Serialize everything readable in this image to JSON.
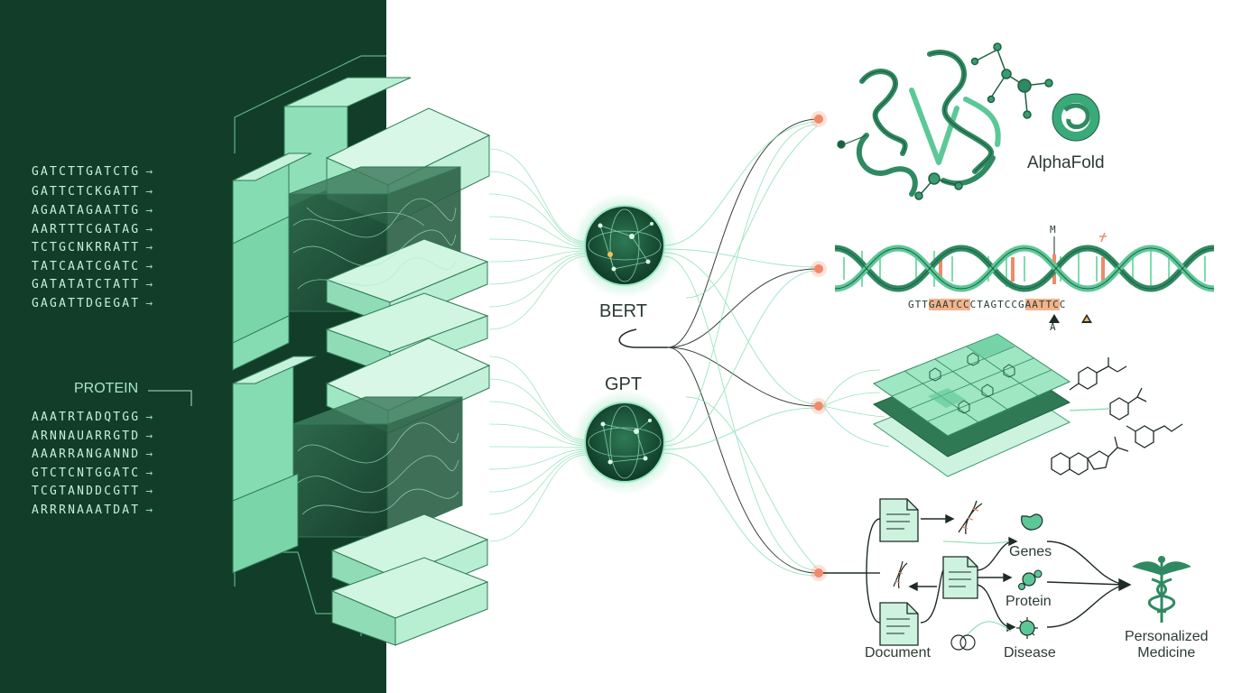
{
  "input_panel": {
    "sequences_top": [
      "GATCTTGATCTG",
      "GATTCTCKGATT",
      "AGAATAGAATTG",
      "AARTTTCGATAG",
      "TCTGCNKRRATT",
      "TATCAATCGATC",
      "GATATATCTATT",
      "GAGATTDGEGAT"
    ],
    "protein_label": "PROTEIN",
    "sequences_bottom": [
      "AAATRTADQTGG",
      "ARNNAUARRGTD",
      "AAARRANGANND",
      "GTCTCNTGGATC",
      "TCGTANDDCGTT",
      "ARRRNAAATDAT"
    ],
    "arrow_glyph": "→"
  },
  "models": [
    {
      "id": "bert",
      "label": "BERT"
    },
    {
      "id": "gpt",
      "label": "GPT"
    }
  ],
  "applications": {
    "protein_structure": {
      "label": "AlphaFold"
    },
    "genome": {
      "sequence_parts": [
        "GTT",
        "GAATCC",
        "CTAGTCCG",
        "AATTC",
        "C"
      ],
      "highlight_flags": [
        false,
        true,
        false,
        true,
        false
      ],
      "marker_m": "M",
      "marker_a": "A"
    },
    "clinical": {
      "document_label": "Document",
      "genes_label": "Genes",
      "protein_label": "Protein",
      "disease_label": "Disease",
      "outcome_label_line1": "Personalized",
      "outcome_label_line2": "Medicine"
    }
  },
  "colors": {
    "dark_panel": "#123d29",
    "mint_light": "#c9f2dc",
    "mint": "#7fdcae",
    "mint_dark": "#3e9c72",
    "green_deep": "#1f5e3f",
    "accent_orange": "#f08a6a",
    "ink": "#2b3b33"
  }
}
